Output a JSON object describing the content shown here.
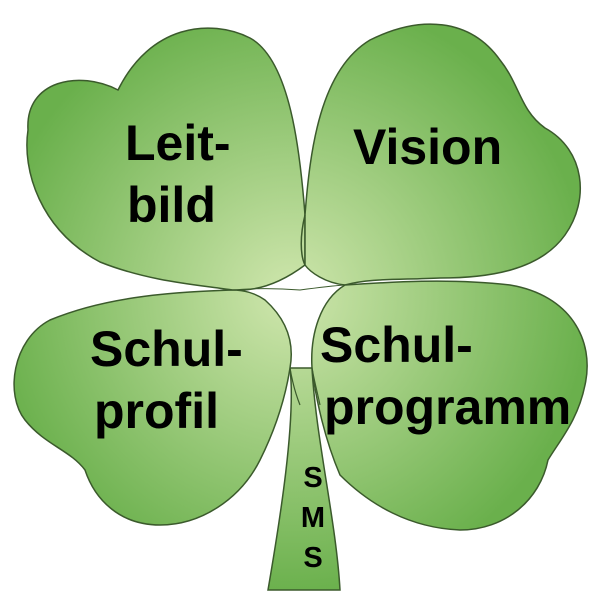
{
  "colors": {
    "leaf_center": "#cfe6ad",
    "leaf_edge": "#6ab04c",
    "outline": "#3b5a2c",
    "text": "#000000",
    "background": "#ffffff"
  },
  "leaves": {
    "top_left": {
      "line1": "Leit-",
      "line2": "bild"
    },
    "top_right": {
      "line1": "Vision"
    },
    "bottom_left": {
      "line1": "Schul-",
      "line2": "profil"
    },
    "bottom_right": {
      "line1": "Schul-",
      "line2": "programm"
    }
  },
  "stem": {
    "letter1": "S",
    "letter2": "M",
    "letter3": "S"
  }
}
